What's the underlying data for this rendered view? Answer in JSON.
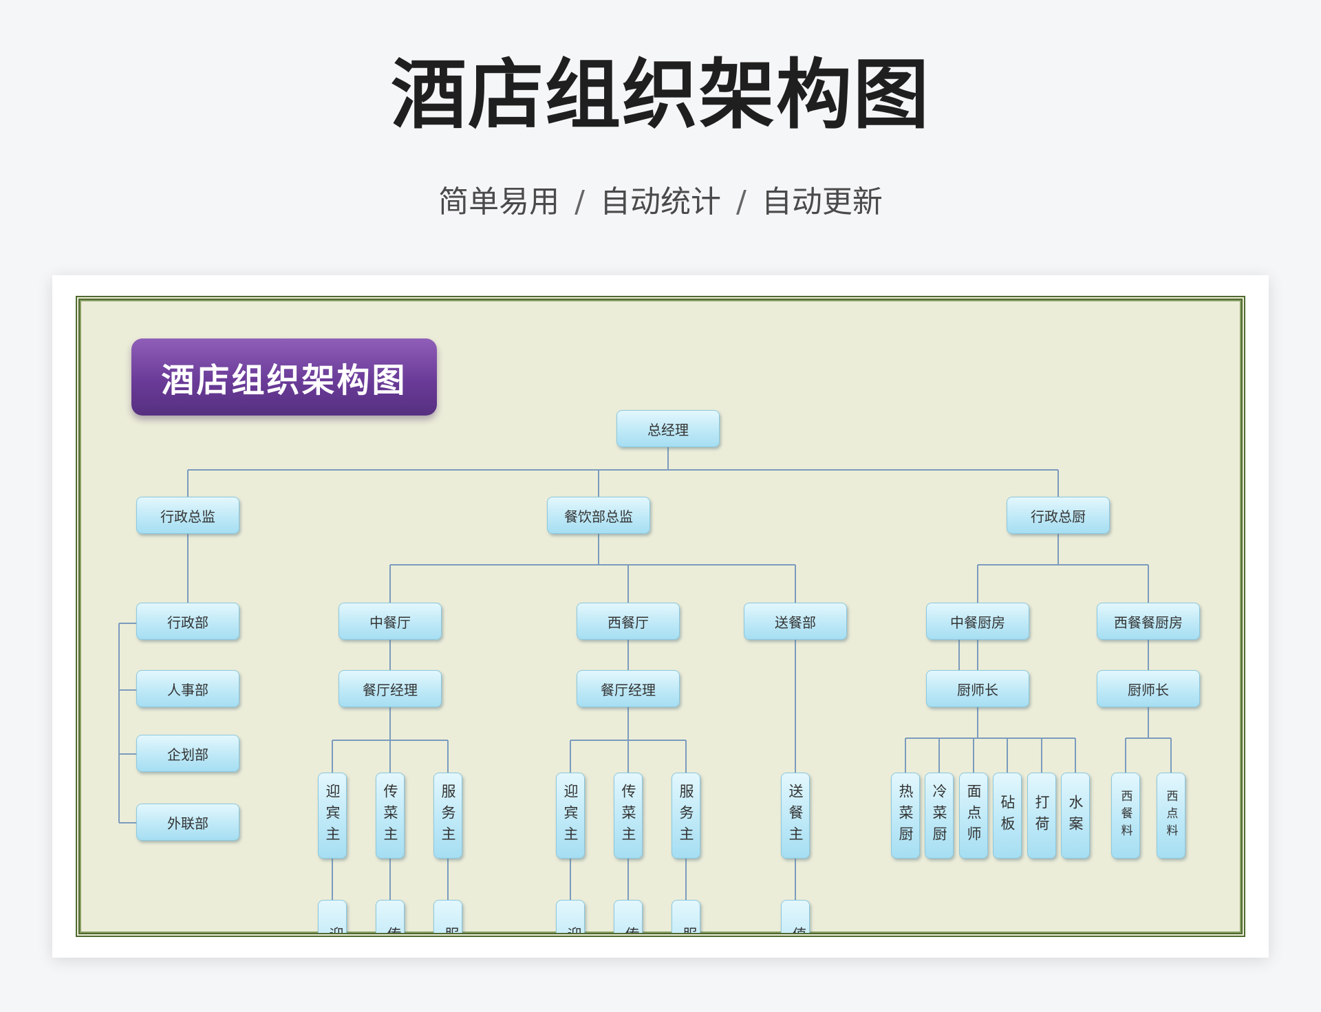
{
  "header": {
    "title": "酒店组织架构图",
    "subtitle_parts": [
      "简单易用",
      "自动统计",
      "自动更新"
    ],
    "separator": "/"
  },
  "chart": {
    "banner": "酒店组织架构图",
    "top": "总经理",
    "level2": [
      "行政总监",
      "餐饮部总监",
      "行政总厨"
    ],
    "admin_depts": [
      "行政部",
      "人事部",
      "企划部",
      "外联部"
    ],
    "restaurants": [
      "中餐厅",
      "西餐厅",
      "送餐部"
    ],
    "restaurant_managers": [
      "餐厅经理",
      "餐厅经理"
    ],
    "cn_staff_heads": [
      "迎宾主",
      "传菜主",
      "服务主"
    ],
    "cn_staff": [
      "迎宾",
      "传菜",
      "服务"
    ],
    "west_staff_heads": [
      "迎宾主",
      "传菜主",
      "服务主"
    ],
    "west_staff": [
      "迎宾",
      "传菜",
      "服务"
    ],
    "delivery_head": "送餐主",
    "delivery_staff": "值班",
    "kitchens": [
      "中餐厨房",
      "西餐餐厨房"
    ],
    "chefs": [
      "厨师长",
      "厨师长"
    ],
    "cn_kitchen_staff": [
      "热菜厨",
      "冷菜厨",
      "面点师",
      "砧板",
      "打荷",
      "水案"
    ],
    "west_kitchen_staff": [
      "西餐料",
      "西点料"
    ]
  }
}
